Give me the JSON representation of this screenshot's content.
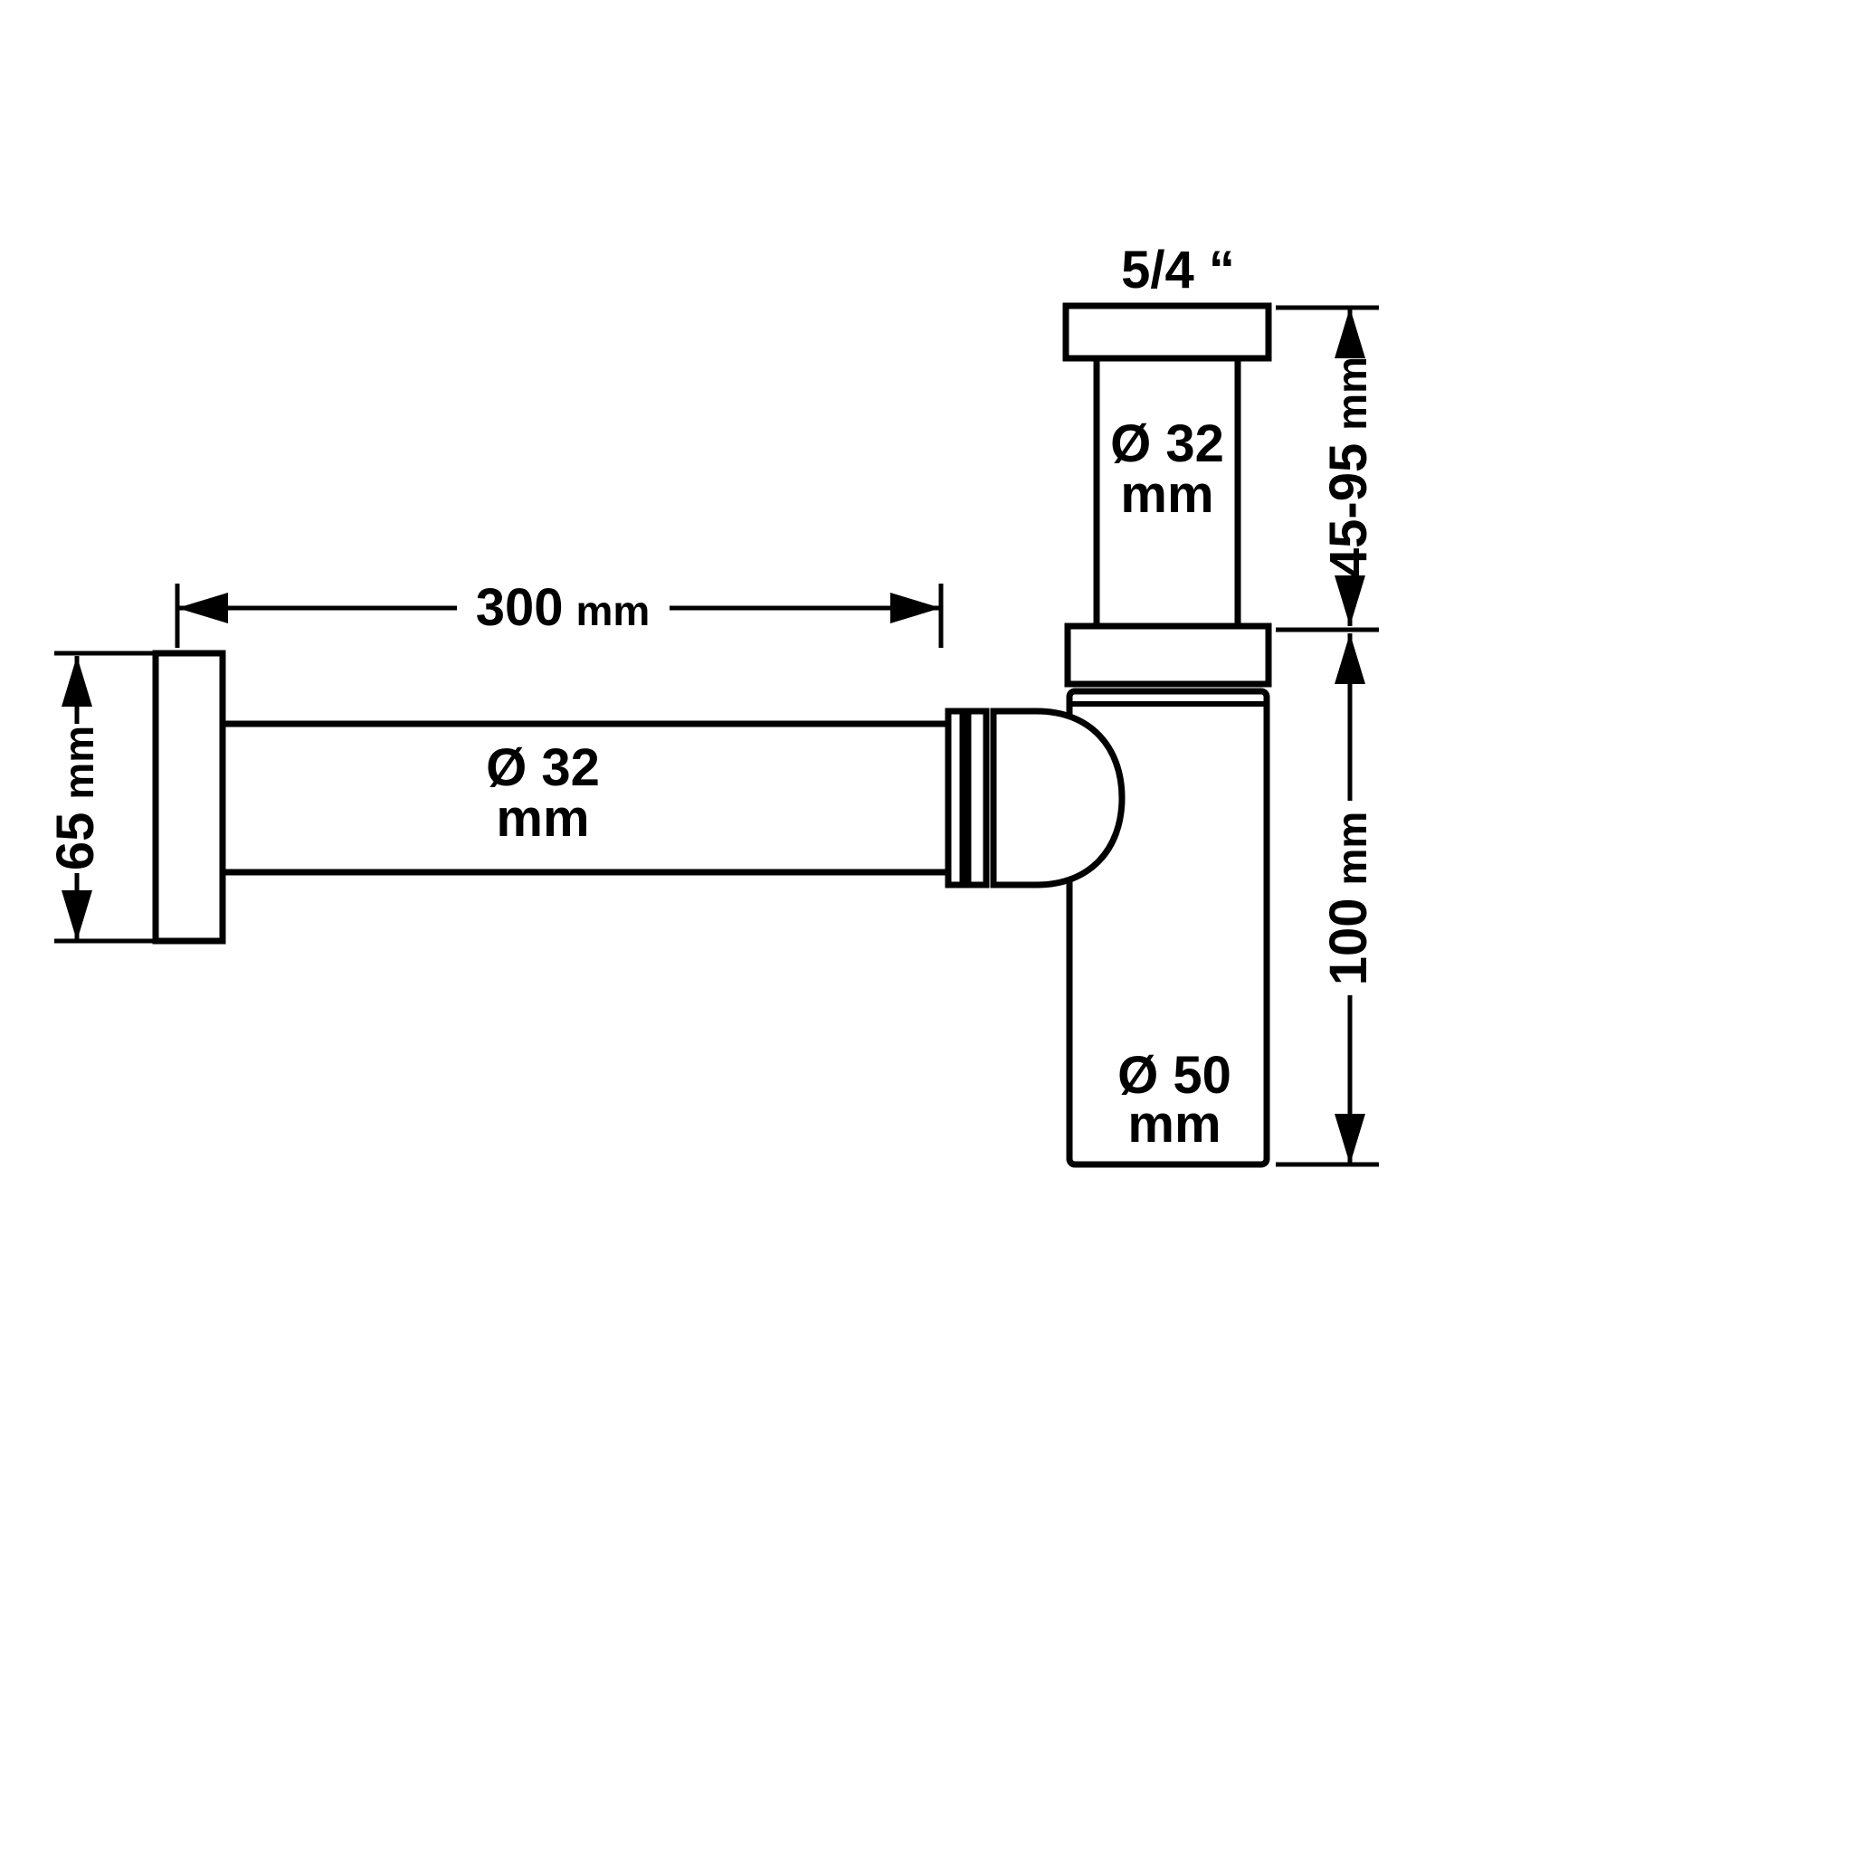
{
  "diagram": {
    "type": "technical-dimension-drawing",
    "subject": "bottle trap siphon with wall connection",
    "colors": {
      "background": "#ffffff",
      "line": "#000000"
    },
    "callouts": {
      "thread_size": "5/4 “",
      "inlet_diameter": {
        "line1": "Ø 32",
        "line2": "mm"
      },
      "pipe_diameter": {
        "line1": "Ø 32",
        "line2": "mm"
      },
      "body_diameter": {
        "line1": "Ø 50",
        "line2": "mm"
      }
    },
    "dims": {
      "length": {
        "value": "300",
        "unit": "mm"
      },
      "flange_height": {
        "value": "65",
        "unit": "mm"
      },
      "inlet_adjustment": {
        "value": "45-95",
        "unit": "mm"
      },
      "body_height": {
        "value": "100",
        "unit": "mm"
      }
    }
  }
}
